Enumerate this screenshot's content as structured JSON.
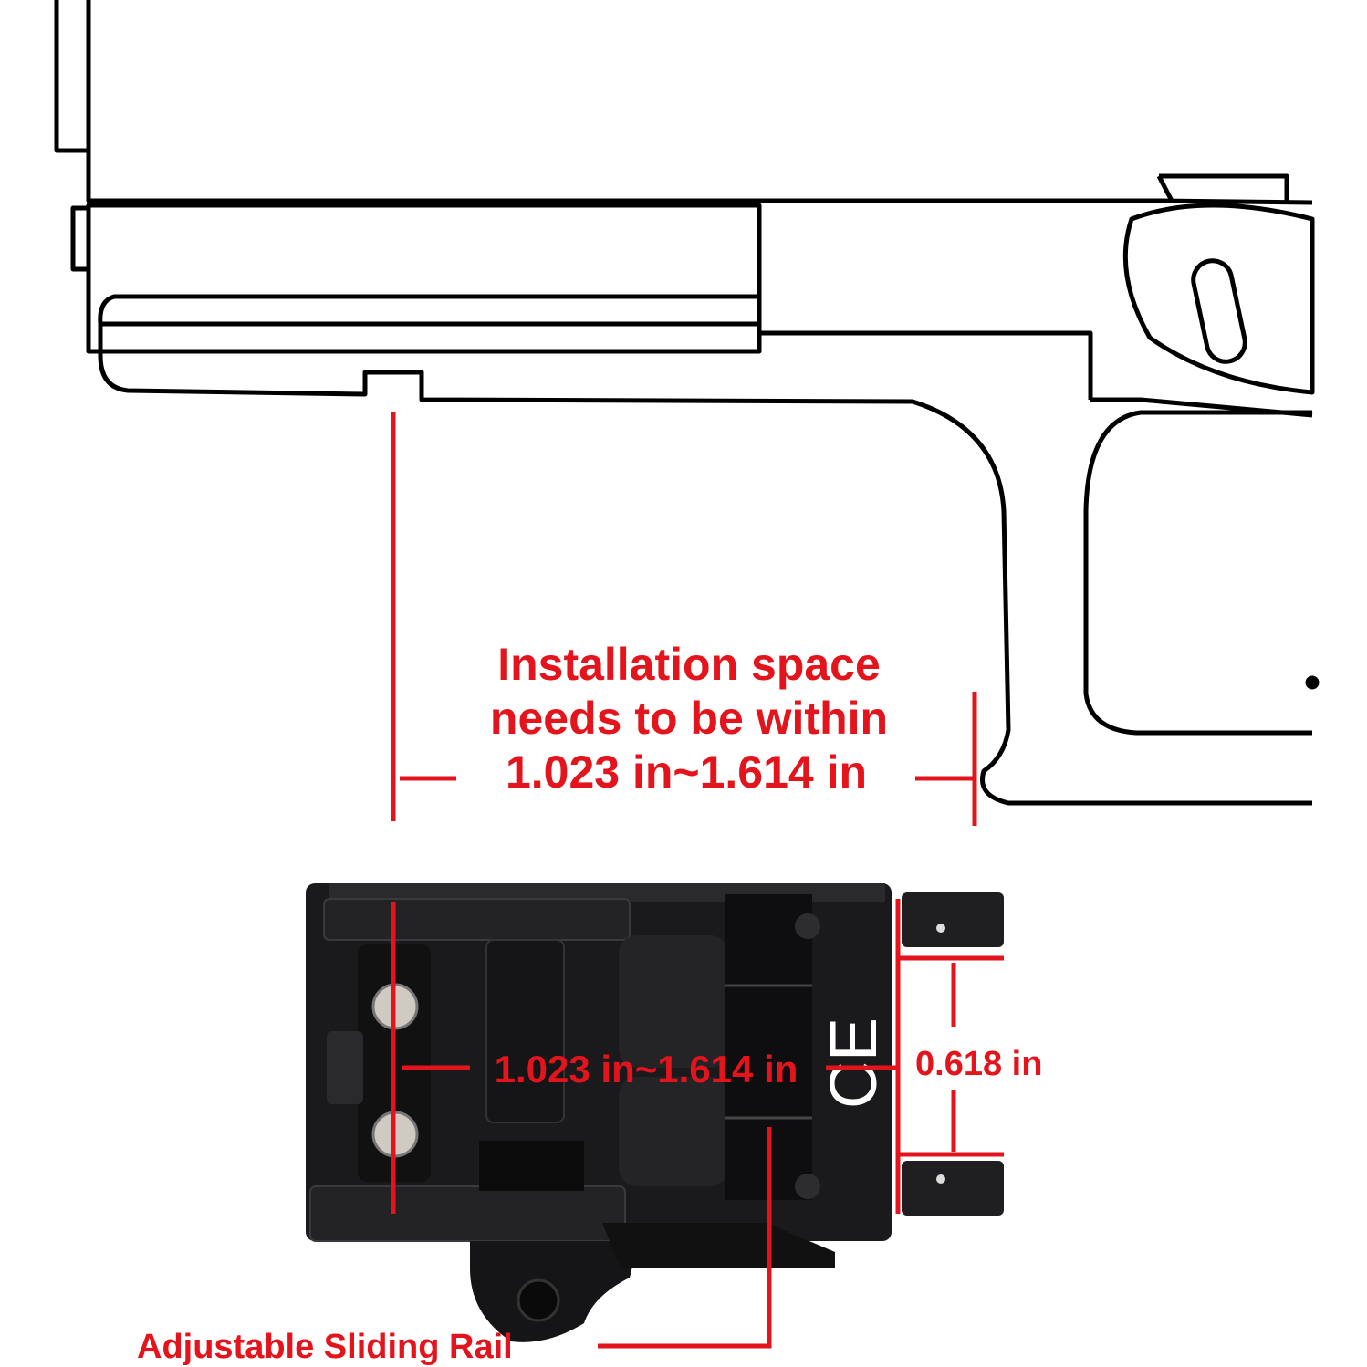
{
  "colors": {
    "annotation": "#e3141c",
    "outline": "#000000",
    "device": "#1a1a1c"
  },
  "top_annotation": {
    "lines": [
      "Installation space",
      "needs to be within",
      "1.023 in~1.614 in"
    ]
  },
  "device_annotation": {
    "width_range": "1.023 in~1.614 in",
    "rail_height": "0.618 in",
    "rail_label": "Adjustable Sliding Rail"
  },
  "marks": {
    "ce_mark": "CE"
  }
}
